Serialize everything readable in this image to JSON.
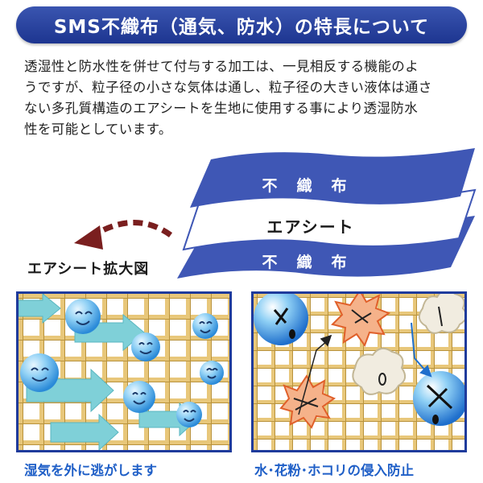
{
  "title": "SMS不織布（通気、防水）の特長について",
  "description_lines": [
    "透湿性と防水性を併せて付与する加工は、一見相反する機能のよ",
    "うですが、粒子径の小さな気体は通し、粒子径の大きい液体は通さ",
    "ない多孔質構造のエアシートを生地に使用する事により透湿防水",
    "性を可能としています。"
  ],
  "layers": {
    "top": "不織布",
    "middle": "エアシート",
    "bottom": "不織布"
  },
  "enlarge_label": "エアシート拡大図",
  "captions": {
    "left": "湿気を外に逃がします",
    "right": "水･花粉･ホコリの侵入防止"
  },
  "colors": {
    "title_bg": "#1d3590",
    "layer_blue": "#3f57b5",
    "panel_border": "#1f3b9c",
    "caption": "#1f5fc7",
    "arrow_dashed": "#7a1f1f"
  }
}
